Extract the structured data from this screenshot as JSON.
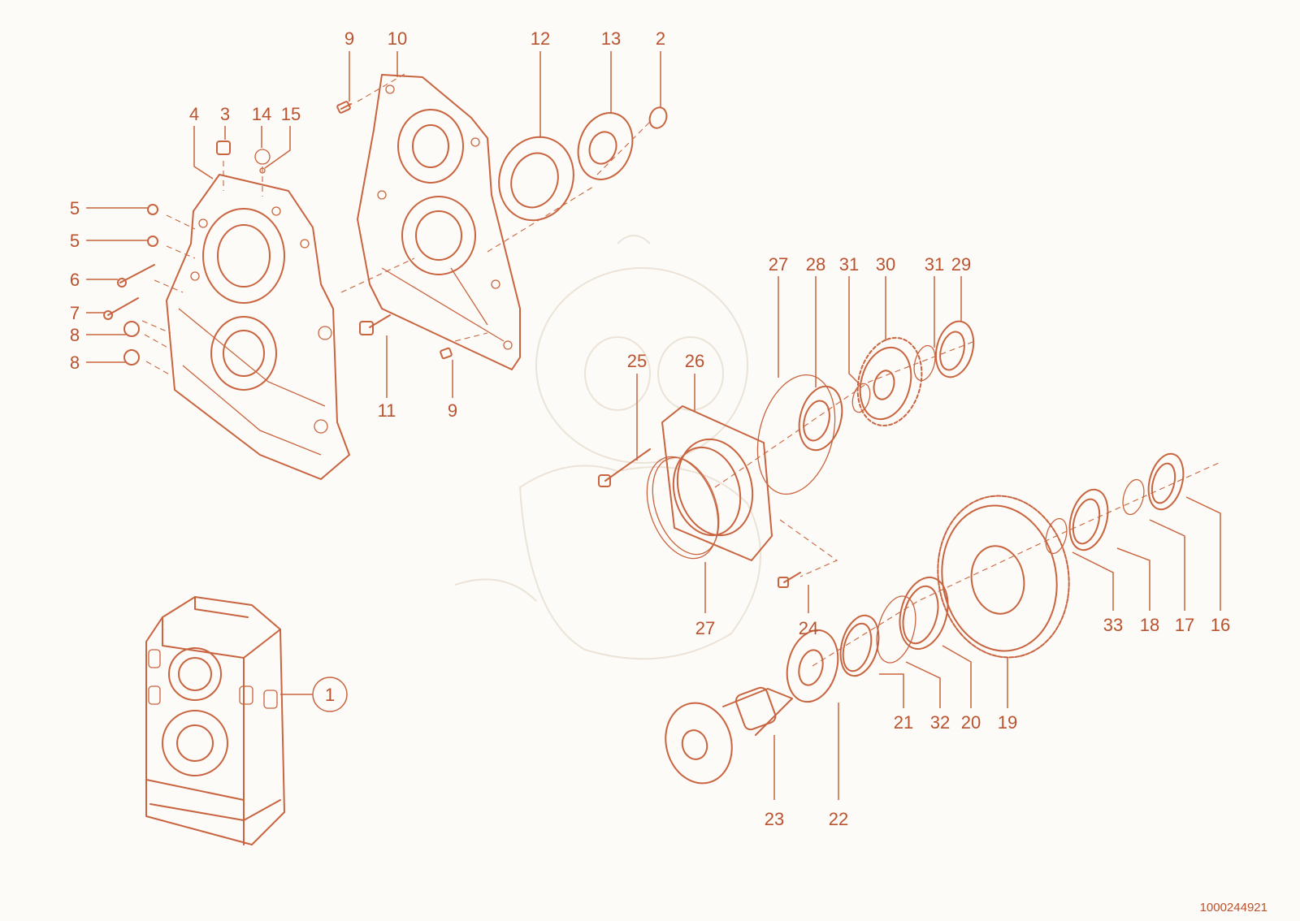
{
  "diagram": {
    "document_number": "1000244921",
    "callouts": {
      "c1": "1",
      "c2": "2",
      "c3": "3",
      "c4": "4",
      "c5a": "5",
      "c5b": "5",
      "c6": "6",
      "c7": "7",
      "c8a": "8",
      "c8b": "8",
      "c9a": "9",
      "c9b": "9",
      "c10": "10",
      "c11": "11",
      "c12": "12",
      "c13": "13",
      "c14": "14",
      "c15": "15",
      "c16": "16",
      "c17": "17",
      "c18": "18",
      "c19": "19",
      "c20": "20",
      "c21": "21",
      "c22": "22",
      "c23": "23",
      "c24": "24",
      "c25": "25",
      "c26": "26",
      "c27a": "27",
      "c27b": "27",
      "c28": "28",
      "c29": "29",
      "c30": "30",
      "c31a": "31",
      "c31b": "31",
      "c32": "32",
      "c33": "33"
    }
  }
}
